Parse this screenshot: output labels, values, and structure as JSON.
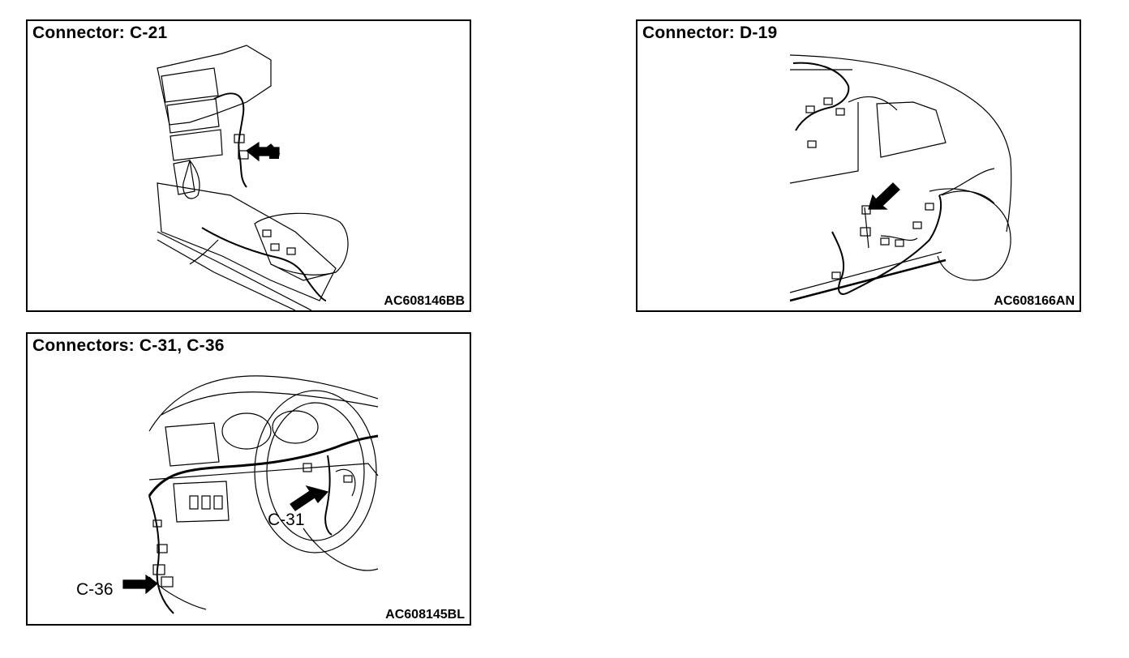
{
  "panels": [
    {
      "title": "Connector: C-21",
      "code": "AC608146BB"
    },
    {
      "title": "Connector: D-19",
      "code": "AC608166AN"
    },
    {
      "title": "Connectors: C-31, C-36",
      "code": "AC608145BL"
    }
  ],
  "callouts": {
    "c31": "C-31",
    "c36": "C-36"
  }
}
